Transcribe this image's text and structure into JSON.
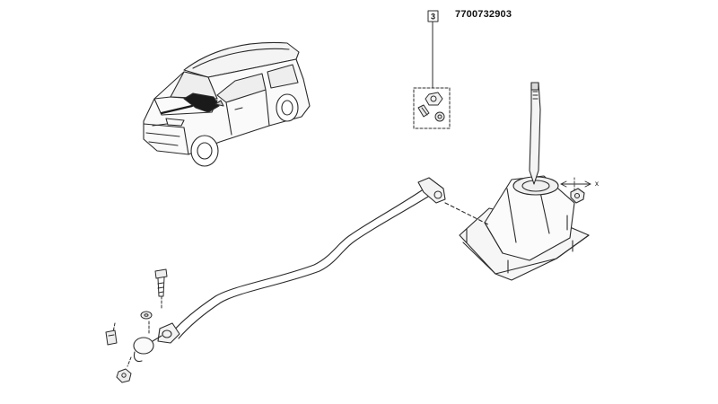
{
  "callout": {
    "ref_number": "3",
    "part_number": "7700732903"
  },
  "labels": {
    "axis_x": "x"
  },
  "icons": {
    "vehicle": "minivan-illustration",
    "shifter": "gear-shifter-assembly",
    "cable": "gear-link-rod",
    "fasteners": "bolt-nut-kit"
  }
}
